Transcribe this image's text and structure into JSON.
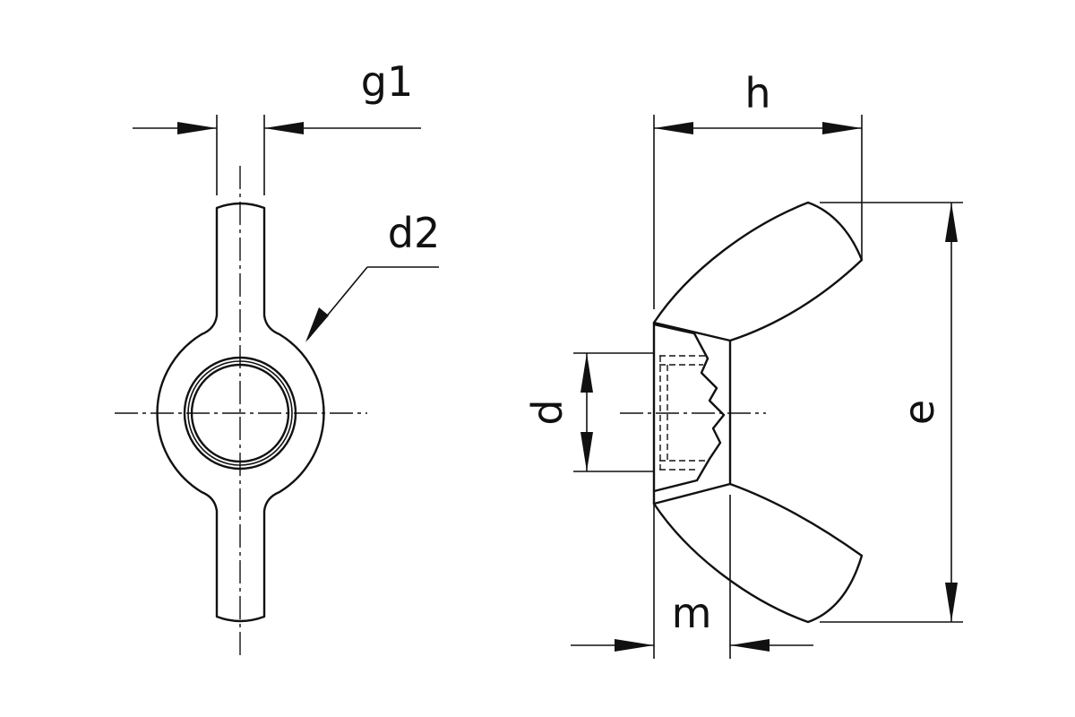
{
  "drawing": {
    "labels": {
      "g1": "g1",
      "d2": "d2",
      "h": "h",
      "e": "e",
      "d": "d",
      "m": "m"
    },
    "colors": {
      "line": "#111111",
      "background": "#ffffff"
    }
  }
}
